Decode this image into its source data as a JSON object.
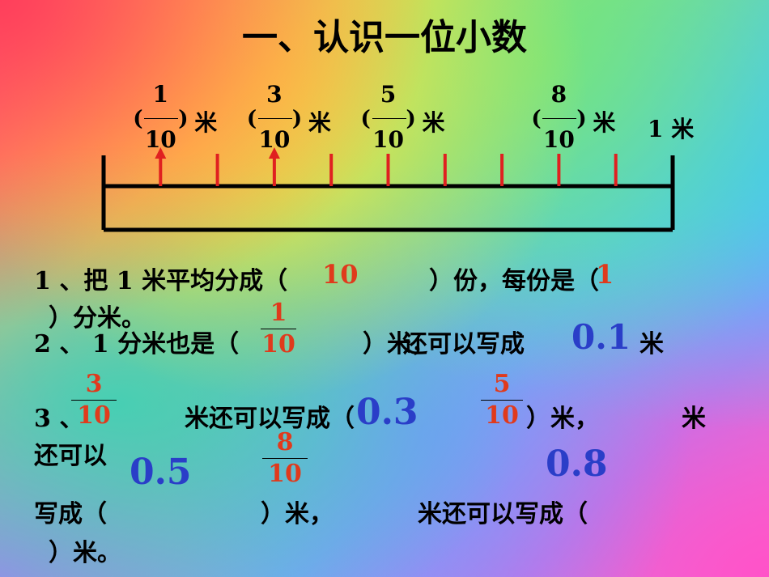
{
  "title": "一、认识一位小数",
  "ruler": {
    "top_labels": [
      {
        "num": "1",
        "den": "10",
        "open": "(",
        "close": ")",
        "unit": "米"
      },
      {
        "num": "3",
        "den": "10",
        "open": "(",
        "close": ")",
        "unit": "米"
      },
      {
        "num": "5",
        "den": "10",
        "open": "(",
        "close": ")",
        "unit": "米"
      },
      {
        "num": "8",
        "den": "10",
        "open": "(",
        "close": ")",
        "unit": "米"
      }
    ],
    "end_label": "1 米",
    "divisions": 10,
    "arrow_ticks": [
      1,
      3
    ]
  },
  "q1": {
    "text_a": "1 、把 1 米平均分成（",
    "answer_a": "10",
    "text_b": "）份，每份是（",
    "answer_b": "1",
    "text_c": "）分米。"
  },
  "q2": {
    "text_a": "2 、 1 分米也是（",
    "frac_num": "1",
    "frac_den": "10",
    "text_b": "）米，",
    "text_c": "还可以写成",
    "answer": "0.1",
    "unit": "米"
  },
  "q3": {
    "prefix": "3 、",
    "frac1_num": "3",
    "frac1_den": "10",
    "text_a": "米还可以写成（",
    "answer1": "0.3",
    "frac2_num": "5",
    "frac2_den": "10",
    "text_b": "）米，",
    "unit_mi": "米",
    "text_c": "还可以",
    "answer2": "0.5",
    "frac3_num": "8",
    "frac3_den": "10",
    "answer3": "0.8",
    "text_d": "写成（",
    "text_e": "）米，",
    "text_f": "米还可以写成（",
    "text_g": "）米。"
  }
}
